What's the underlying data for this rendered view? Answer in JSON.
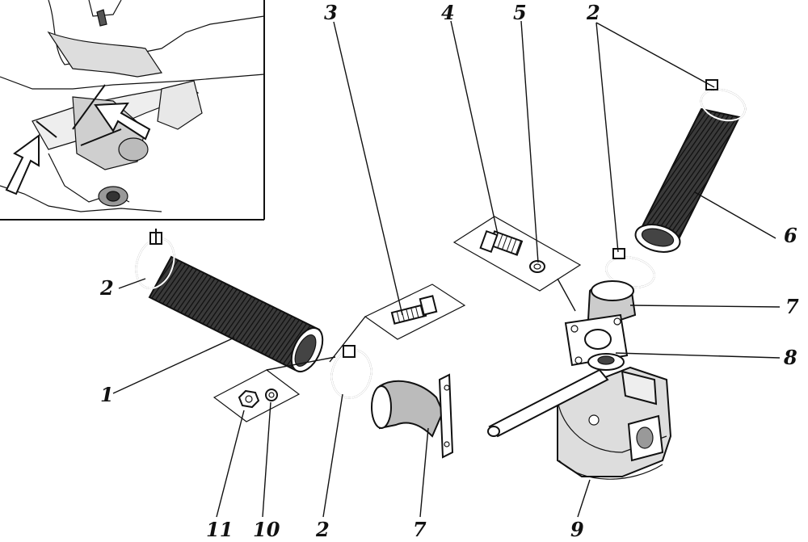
{
  "labels": {
    "hose_1": "1",
    "clamp_2_left": "2",
    "clamp_2_bottom": "2",
    "clamp_2_top": "2",
    "bolt_3": "3",
    "plug_4": "4",
    "washer_5": "5",
    "hose_6": "6",
    "elbow_7_right": "7",
    "elbow_7_bottom": "7",
    "valve_8": "8",
    "body_9": "9",
    "washer_10": "10",
    "nut_11": "11"
  },
  "colors": {
    "ink": "#111111",
    "paper": "#ffffff",
    "hose_fill": "#2a2a2a"
  }
}
